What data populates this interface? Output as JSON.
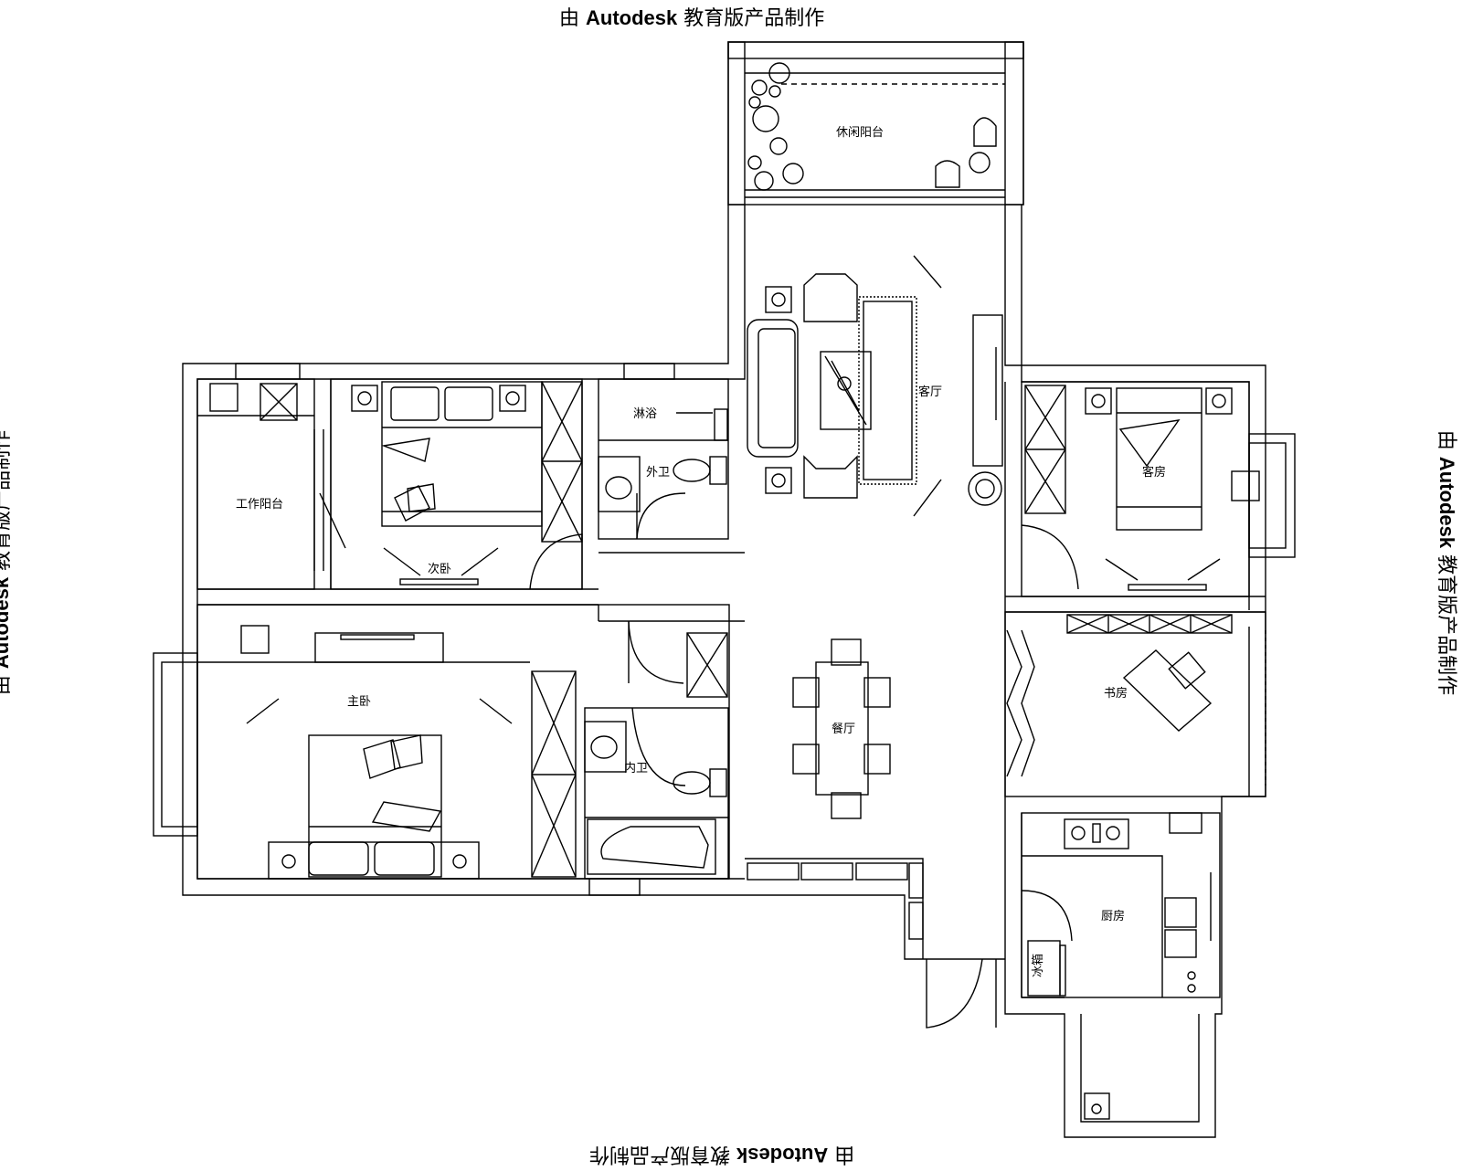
{
  "watermark": {
    "prefix": "由",
    "brand": "Autodesk",
    "suffix": "教育版产品制作"
  },
  "rooms": {
    "leisure_balcony": "休闲阳台",
    "living_room": "客厅",
    "guest_room": "客房",
    "second_bedroom": "次卧",
    "work_balcony": "工作阳台",
    "shower": "淋浴",
    "outer_bath": "外卫",
    "master_bedroom": "主卧",
    "inner_bath": "内卫",
    "dining_room": "餐厅",
    "study": "书房",
    "kitchen": "厨房",
    "fridge": "冰箱"
  }
}
